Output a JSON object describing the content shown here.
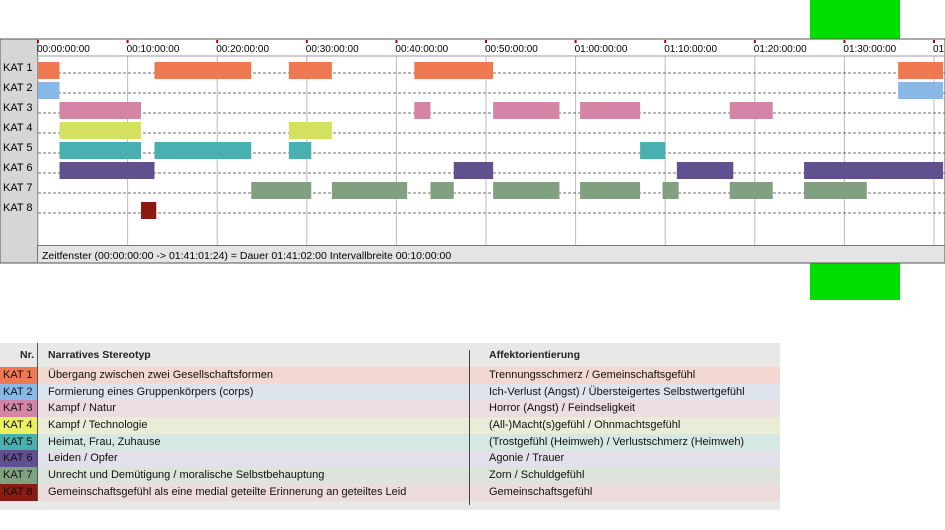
{
  "chart_data": {
    "type": "timeline",
    "x_unit": "minutes",
    "xlim": [
      0,
      101.02
    ],
    "tick_labels": [
      "00:00:00:00",
      "00:10:00:00",
      "00:20:00:00",
      "00:30:00:00",
      "00:40:00:00",
      "00:50:00:00",
      "01:00:00:00",
      "01:10:00:00",
      "01:20:00:00",
      "01:30:00:00",
      "01"
    ],
    "tick_values": [
      0,
      10,
      20,
      30,
      40,
      50,
      60,
      70,
      80,
      90,
      100
    ],
    "rows": [
      "KAT 1",
      "KAT 2",
      "KAT 3",
      "KAT 4",
      "KAT 5",
      "KAT 6",
      "KAT 7",
      "KAT 8"
    ],
    "status_text": "Zeitfenster (00:00:00:00 -> 01:41:01:24) = Dauer 01:41:02:00     Intervallbreite 00:10:00:00",
    "series": [
      {
        "color": "#f07850",
        "intervals": [
          [
            0,
            2.4
          ],
          [
            13,
            23.8
          ],
          [
            28,
            32.8
          ],
          [
            42,
            50.8
          ],
          [
            96,
            101.02
          ]
        ]
      },
      {
        "color": "#88b8e8",
        "intervals": [
          [
            0,
            2.4
          ],
          [
            96,
            101.02
          ]
        ]
      },
      {
        "color": "#d484a4",
        "intervals": [
          [
            2.4,
            11.5
          ],
          [
            42,
            43.8
          ],
          [
            50.8,
            58.2
          ],
          [
            60.5,
            67.2
          ],
          [
            77.2,
            82
          ]
        ]
      },
      {
        "color": "#d4e060",
        "intervals": [
          [
            2.4,
            11.5
          ],
          [
            28,
            32.8
          ]
        ]
      },
      {
        "color": "#48b0b0",
        "intervals": [
          [
            2.4,
            11.5
          ],
          [
            13,
            23.8
          ],
          [
            28,
            30.5
          ],
          [
            67.2,
            70
          ]
        ]
      },
      {
        "color": "#605090",
        "intervals": [
          [
            2.4,
            13
          ],
          [
            46.4,
            50.8
          ],
          [
            71.3,
            77.6
          ],
          [
            85.5,
            101.02
          ]
        ]
      },
      {
        "color": "#80a080",
        "intervals": [
          [
            23.8,
            30.5
          ],
          [
            32.8,
            41.2
          ],
          [
            43.8,
            46.4
          ],
          [
            50.8,
            58.2
          ],
          [
            60.5,
            67.2
          ],
          [
            69.7,
            71.5
          ],
          [
            77.2,
            82
          ],
          [
            85.5,
            92.5
          ]
        ]
      },
      {
        "color": "#8b1a10",
        "intervals": [
          [
            11.5,
            13.2
          ]
        ]
      }
    ]
  },
  "legend": {
    "header": {
      "nr": "Nr.",
      "name": "Narratives Stereotyp",
      "affect": "Affektorientierung"
    },
    "rows": [
      {
        "code": "KAT 1",
        "color": "#f07850",
        "bg": "#f2d8d0",
        "name": "Übergang zwischen zwei Gesellschaftsformen",
        "affect": "Trennungsschmerz / Gemeinschaftsgefühl"
      },
      {
        "code": "KAT 2",
        "color": "#88b8e8",
        "bg": "#dde4ee",
        "name": "Formierung eines Gruppenkörpers (corps)",
        "affect": "Ich-Verlust (Angst) / Übersteigertes Selbstwertgefühl"
      },
      {
        "code": "KAT 3",
        "color": "#d484a4",
        "bg": "#ecdde2",
        "name": "Kampf / Natur",
        "affect": "Horror (Angst) / Feindseligkeit"
      },
      {
        "code": "KAT 4",
        "color": "#e8f060",
        "bg": "#eaecd8",
        "name": "Kampf / Technologie",
        "affect": "(All-)Macht(s)gefühl / Ohnmachtsgefühl"
      },
      {
        "code": "KAT 5",
        "color": "#48b0b0",
        "bg": "#d6e8e4",
        "name": "Heimat, Frau, Zuhause",
        "affect": "(Trostgefühl (Heimweh) / Verlustschmerz (Heimweh)"
      },
      {
        "code": "KAT 6",
        "color": "#605090",
        "bg": "#e2e0ea",
        "name": "Leiden / Opfer",
        "affect": "Agonie / Trauer"
      },
      {
        "code": "KAT 7",
        "color": "#80a080",
        "bg": "#dde4dc",
        "name": "Unrecht und Demütigung / moralische Selbstbehauptung",
        "affect": "Zorn / Schuldgefühl"
      },
      {
        "code": "KAT 8",
        "color": "#8b1a10",
        "bg": "#ecdcdc",
        "name": "Gemeinschaftsgefühl als eine medial geteilte Erinnerung an geteiltes Leid",
        "affect": "Gemeinschaftsgefühl"
      }
    ]
  },
  "accent_colors": {
    "green_marker": "#00dd00"
  }
}
